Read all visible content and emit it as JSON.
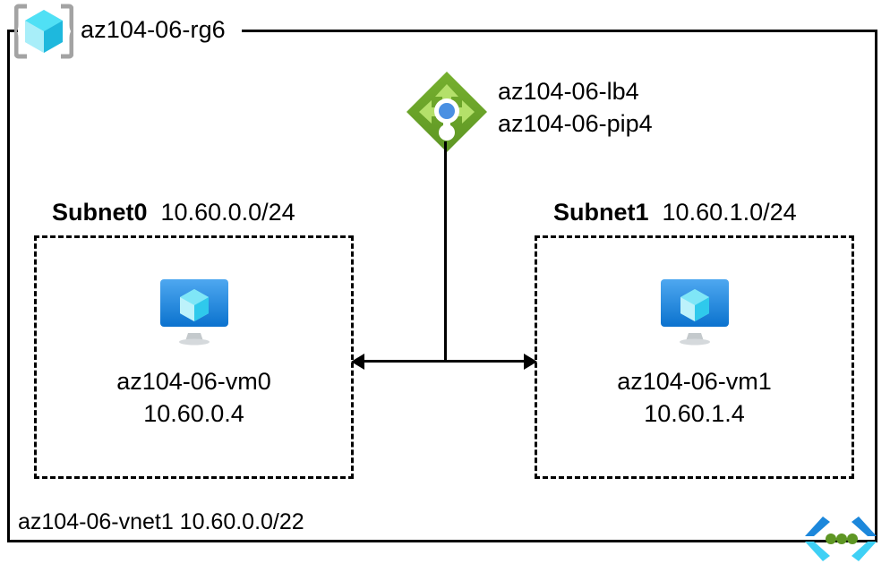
{
  "diagram": {
    "resource_group": {
      "name": "az104-06-rg6",
      "icon": "azure-resource-group-icon"
    },
    "load_balancer": {
      "lb_name": "az104-06-lb4",
      "pip_name": "az104-06-pip4",
      "icon": "azure-load-balancer-icon"
    },
    "subnets": [
      {
        "name": "Subnet0",
        "cidr": "10.60.0.0/24",
        "vm": {
          "name": "az104-06-vm0",
          "ip": "10.60.0.4",
          "icon": "azure-virtual-machine-icon"
        }
      },
      {
        "name": "Subnet1",
        "cidr": "10.60.1.0/24",
        "vm": {
          "name": "az104-06-vm1",
          "ip": "10.60.1.4",
          "icon": "azure-virtual-machine-icon"
        }
      }
    ],
    "vnet": {
      "label": "az104-06-vnet1 10.60.0.0/22",
      "icon": "azure-virtual-network-icon"
    },
    "colors": {
      "rg_cube_light": "#9CEBF7",
      "rg_cube_mid": "#32D4F5",
      "rg_cube_dark": "#1EB8DD",
      "rg_bracket": "#A3A3A3",
      "lb_diamond": "#5E9624",
      "lb_arrows": "#B4E06A",
      "lb_dot": "#4A90E2",
      "vm_screen_top": "#3C9BEB",
      "vm_screen_bottom": "#0B7CD6",
      "vm_stand": "#C4C9CC",
      "vnet_chevron_dark": "#1C87DB",
      "vnet_chevron_light": "#3FD0F5",
      "vnet_dot": "#5E9624",
      "line": "#000000"
    }
  }
}
